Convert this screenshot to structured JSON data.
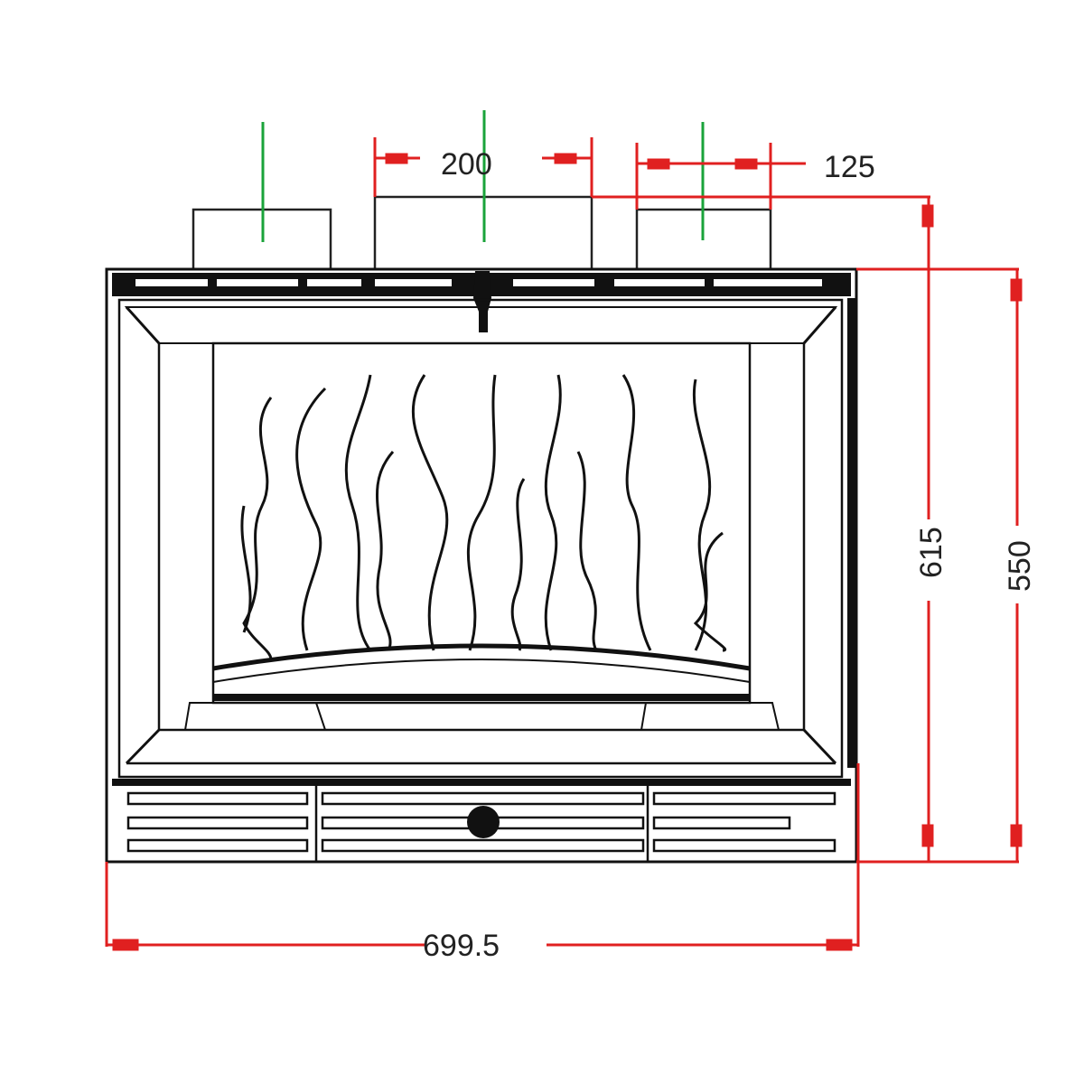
{
  "diagram": {
    "subject": "fireplace insert front elevation",
    "colors": {
      "dimension": "#e02020",
      "centerline": "#1aa33a",
      "outline": "#111111"
    },
    "dimensions": {
      "outlet_large_width": "200",
      "outlet_small_width": "125",
      "total_height": "615",
      "body_height": "550",
      "total_width": "699.5"
    },
    "outlets": [
      {
        "id": "left",
        "has_centerline": true
      },
      {
        "id": "center",
        "width": "200",
        "has_centerline": true
      },
      {
        "id": "right",
        "width": "125",
        "has_centerline": true
      }
    ]
  }
}
